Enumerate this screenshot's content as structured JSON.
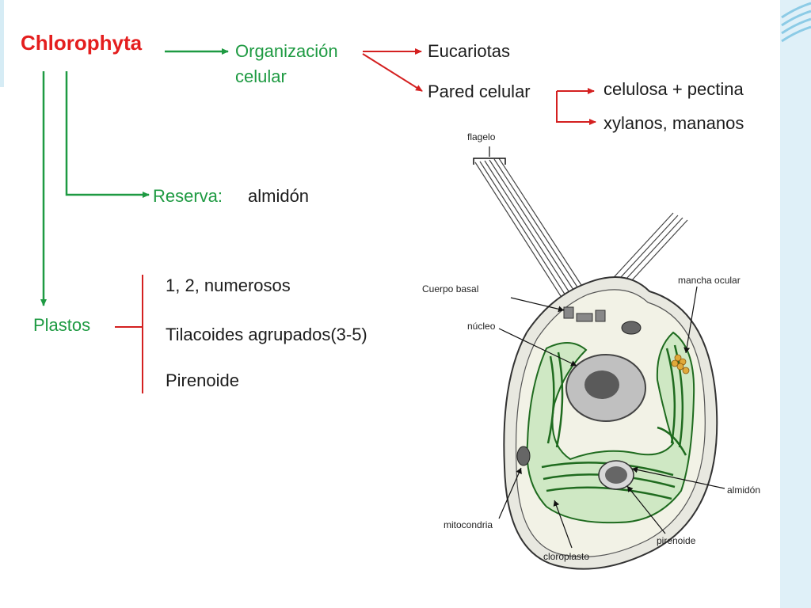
{
  "title": "Chlorophyta",
  "organizacion": {
    "line1": "Organización",
    "line2": "celular"
  },
  "eucariotas": "Eucariotas",
  "pared": "Pared celular",
  "pared_items": [
    "celulosa + pectina",
    "xylanos, mananos"
  ],
  "reserva": {
    "label": "Reserva:",
    "value": "almidón"
  },
  "plastos": {
    "label": "Plastos",
    "items": [
      "1, 2, numerosos",
      "Tilacoides agrupados(3-5)",
      "Pirenoide"
    ]
  },
  "cell_labels": {
    "flagelo": "flagelo",
    "cuerpo_basal": "Cuerpo basal",
    "nucleo": "núcleo",
    "mancha_ocular": "mancha ocular",
    "almidon": "almidón",
    "mitocondria": "mitocondria",
    "pirenoide": "pirenoide",
    "cloroplasto": "cloroplasto"
  },
  "colors": {
    "title": "#e41e1e",
    "green": "#1e9a42",
    "red_arrow": "#d42020",
    "chloroplast_fill": "#cfe8c4",
    "thylakoid": "#1f6b1f"
  }
}
